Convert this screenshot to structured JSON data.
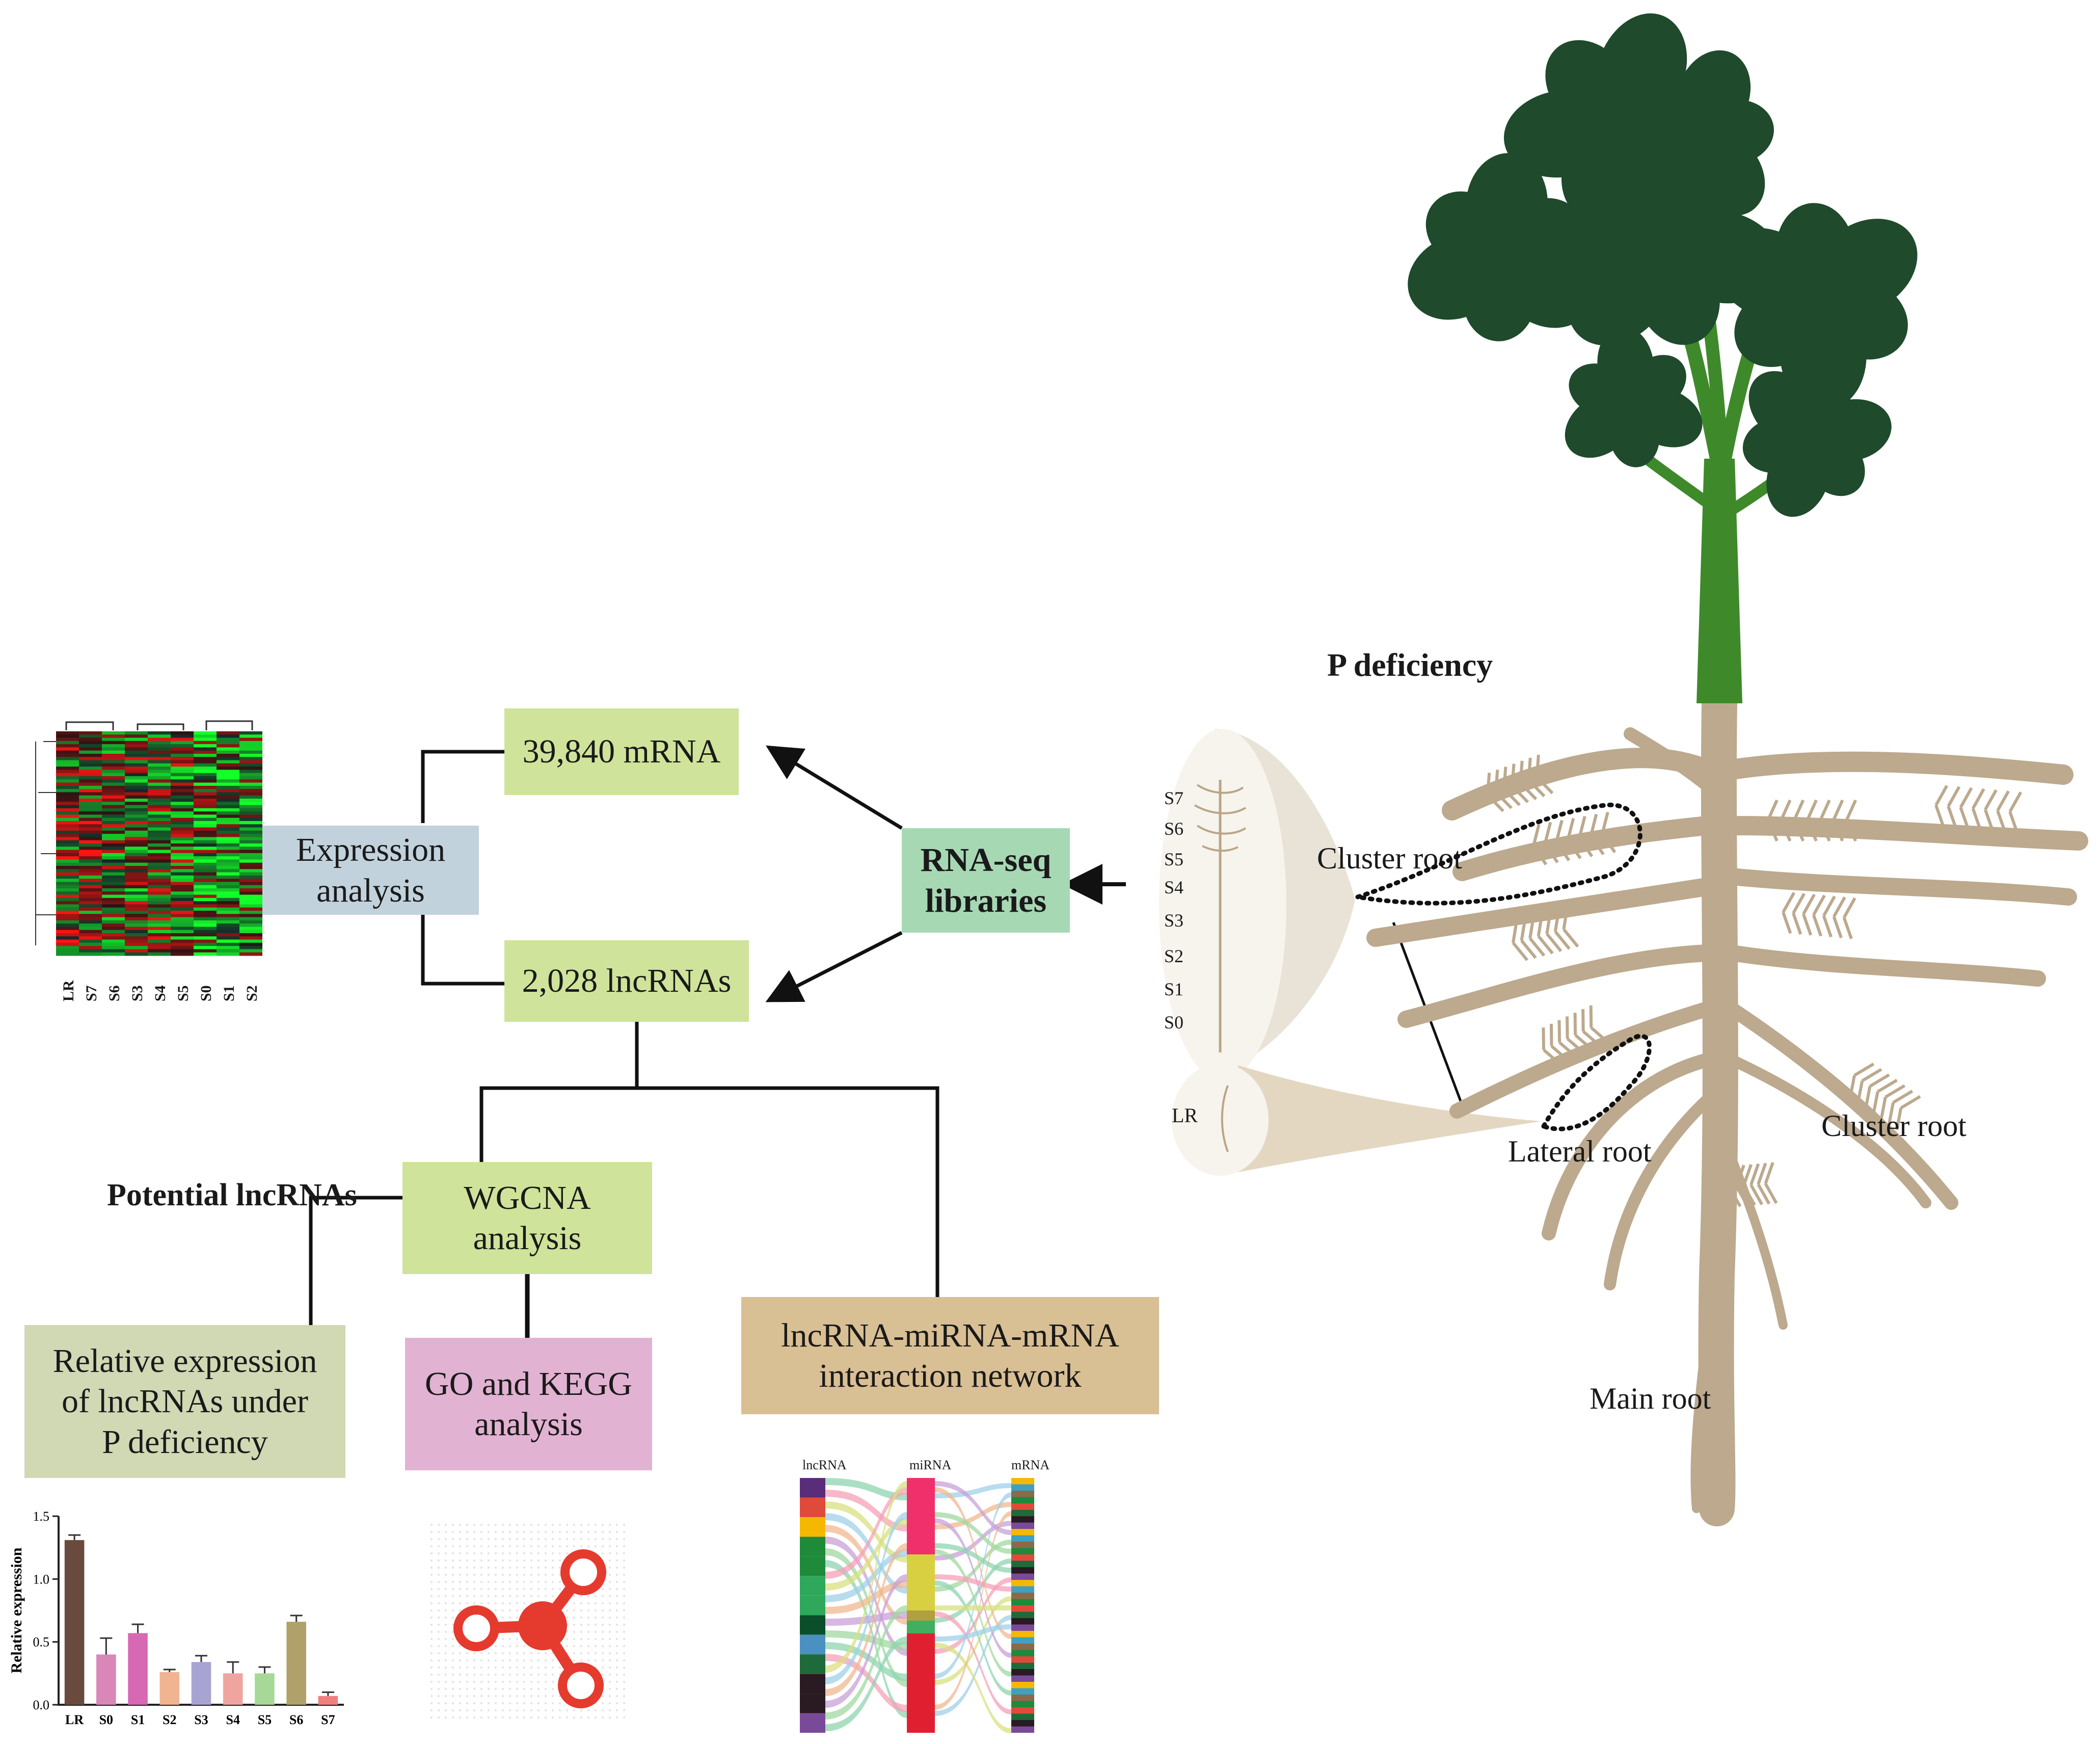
{
  "boxes": {
    "mrna": "39,840 mRNA",
    "lncrna": "2,028 lncRNAs",
    "expression": [
      "Expression",
      "analysis"
    ],
    "rnaseq": [
      "RNA-seq",
      "libraries"
    ],
    "wgcna": [
      "WGCNA",
      "analysis"
    ],
    "relative": [
      "Relative expression",
      "of lncRNAs under",
      "P deficiency"
    ],
    "gokegg": [
      "GO and KEGG",
      "analysis"
    ],
    "network": [
      "lncRNA-miRNA-mRNA",
      "interaction network"
    ]
  },
  "labels": {
    "potential": "Potential lncRNAs",
    "p_deficiency": "P deficiency",
    "cluster_root_1": "Cluster root",
    "cluster_root_2": "Cluster root",
    "lateral_root": "Lateral root",
    "main_root": "Main root",
    "lr": "LR"
  },
  "stages": [
    "S7",
    "S6",
    "S5",
    "S4",
    "S3",
    "S2",
    "S1",
    "S0"
  ],
  "heatmap_samples": [
    "LR",
    "S7",
    "S6",
    "S3",
    "S4",
    "S5",
    "S0",
    "S1",
    "S2"
  ],
  "sankey_headers": [
    "lncRNA",
    "miRNA",
    "mRNA"
  ],
  "colors": {
    "light_green_box": "#cfe39a",
    "blue_box": "#c2d2dc",
    "teal_box": "#a6d8b4",
    "khaki_box": "#d9bf94",
    "pink_box": "#e2b2d2",
    "sage_box": "#d0d8b4",
    "leaf": "#1f4a2c",
    "stem": "#3e8a2a",
    "root": "#bca98e",
    "network_icon": "#e53a2e"
  },
  "chart_data": {
    "type": "bar",
    "ylabel": "Relative expression",
    "categories": [
      "LR",
      "S0",
      "S1",
      "S2",
      "S3",
      "S4",
      "S5",
      "S6",
      "S7"
    ],
    "values": [
      1.31,
      0.4,
      0.57,
      0.26,
      0.34,
      0.25,
      0.25,
      0.66,
      0.07
    ],
    "errors": [
      0.04,
      0.13,
      0.07,
      0.02,
      0.05,
      0.09,
      0.05,
      0.05,
      0.03
    ],
    "ylim": [
      0,
      1.5
    ],
    "yticks": [
      "0.0",
      "0.5",
      "1.0",
      "1.5"
    ],
    "colors": [
      "#6b4a3e",
      "#d887b8",
      "#d768b4",
      "#f0b490",
      "#a8a4d2",
      "#f0a4a0",
      "#a8d898",
      "#b0a06a",
      "#f08080"
    ]
  }
}
